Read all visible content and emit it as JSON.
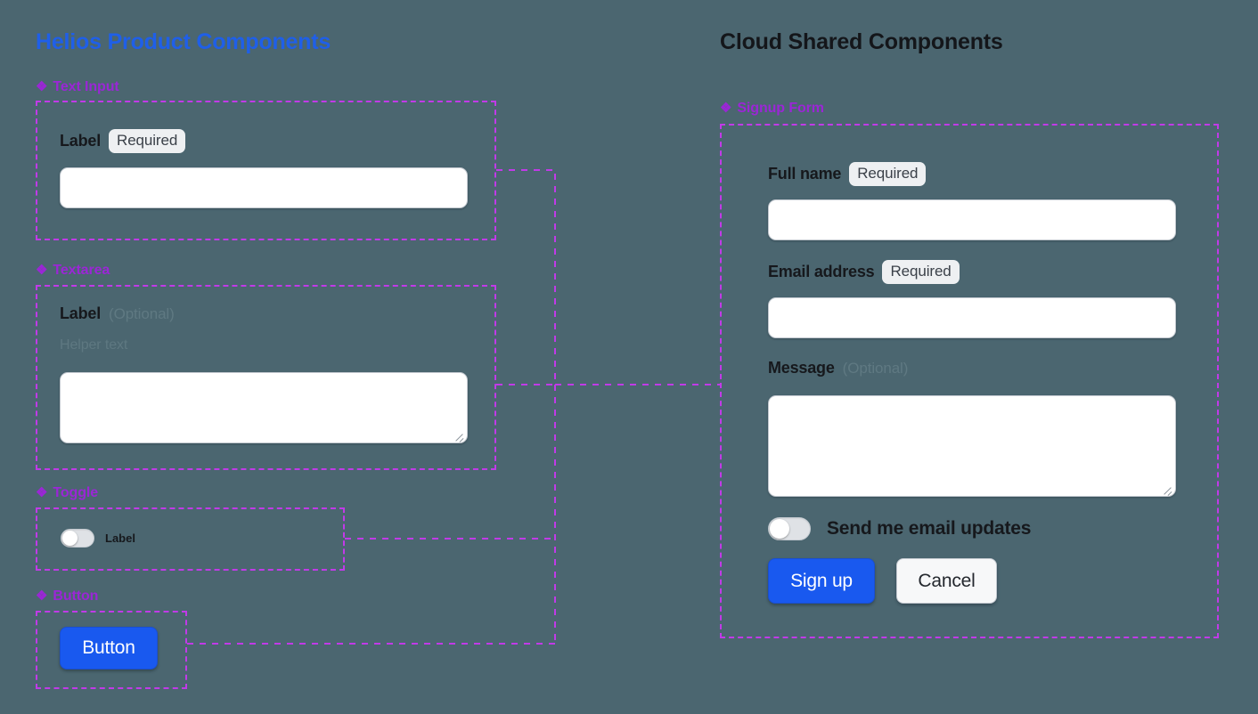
{
  "theme": {
    "background": "#4b6670",
    "accent_blue": "#1959ef",
    "accent_purple": "#9b26d6",
    "frame_dashed": "#c13ae8",
    "heading_dark": "#14161a",
    "muted_text": "#5f7982"
  },
  "left_panel": {
    "title": "Helios Product Components",
    "sections": [
      {
        "label": "Text Input",
        "icon": "diamond-cluster-icon",
        "field": {
          "label": "Label",
          "badge": "Required",
          "value": "",
          "placeholder": ""
        }
      },
      {
        "label": "Textarea",
        "icon": "diamond-cluster-icon",
        "field": {
          "label": "Label",
          "optional": "(Optional)",
          "helper": "Helper text",
          "value": "",
          "placeholder": ""
        }
      },
      {
        "label": "Toggle",
        "icon": "diamond-cluster-icon",
        "field": {
          "label": "Label",
          "state": "off"
        }
      },
      {
        "label": "Button",
        "icon": "diamond-cluster-icon",
        "field": {
          "label": "Button"
        }
      }
    ]
  },
  "right_panel": {
    "title": "Cloud Shared Components",
    "section": {
      "label": "Signup Form",
      "icon": "diamond-cluster-icon"
    },
    "form": {
      "full_name": {
        "label": "Full name",
        "badge": "Required",
        "value": "",
        "placeholder": ""
      },
      "email": {
        "label": "Email address",
        "badge": "Required",
        "value": "",
        "placeholder": ""
      },
      "message": {
        "label": "Message",
        "optional": "(Optional)",
        "value": "",
        "placeholder": ""
      },
      "subscribe_toggle": {
        "label": "Send me email updates",
        "state": "off"
      },
      "submit_button": "Sign up",
      "cancel_button": "Cancel"
    }
  },
  "icons": {
    "diamond_cluster": "❖"
  }
}
